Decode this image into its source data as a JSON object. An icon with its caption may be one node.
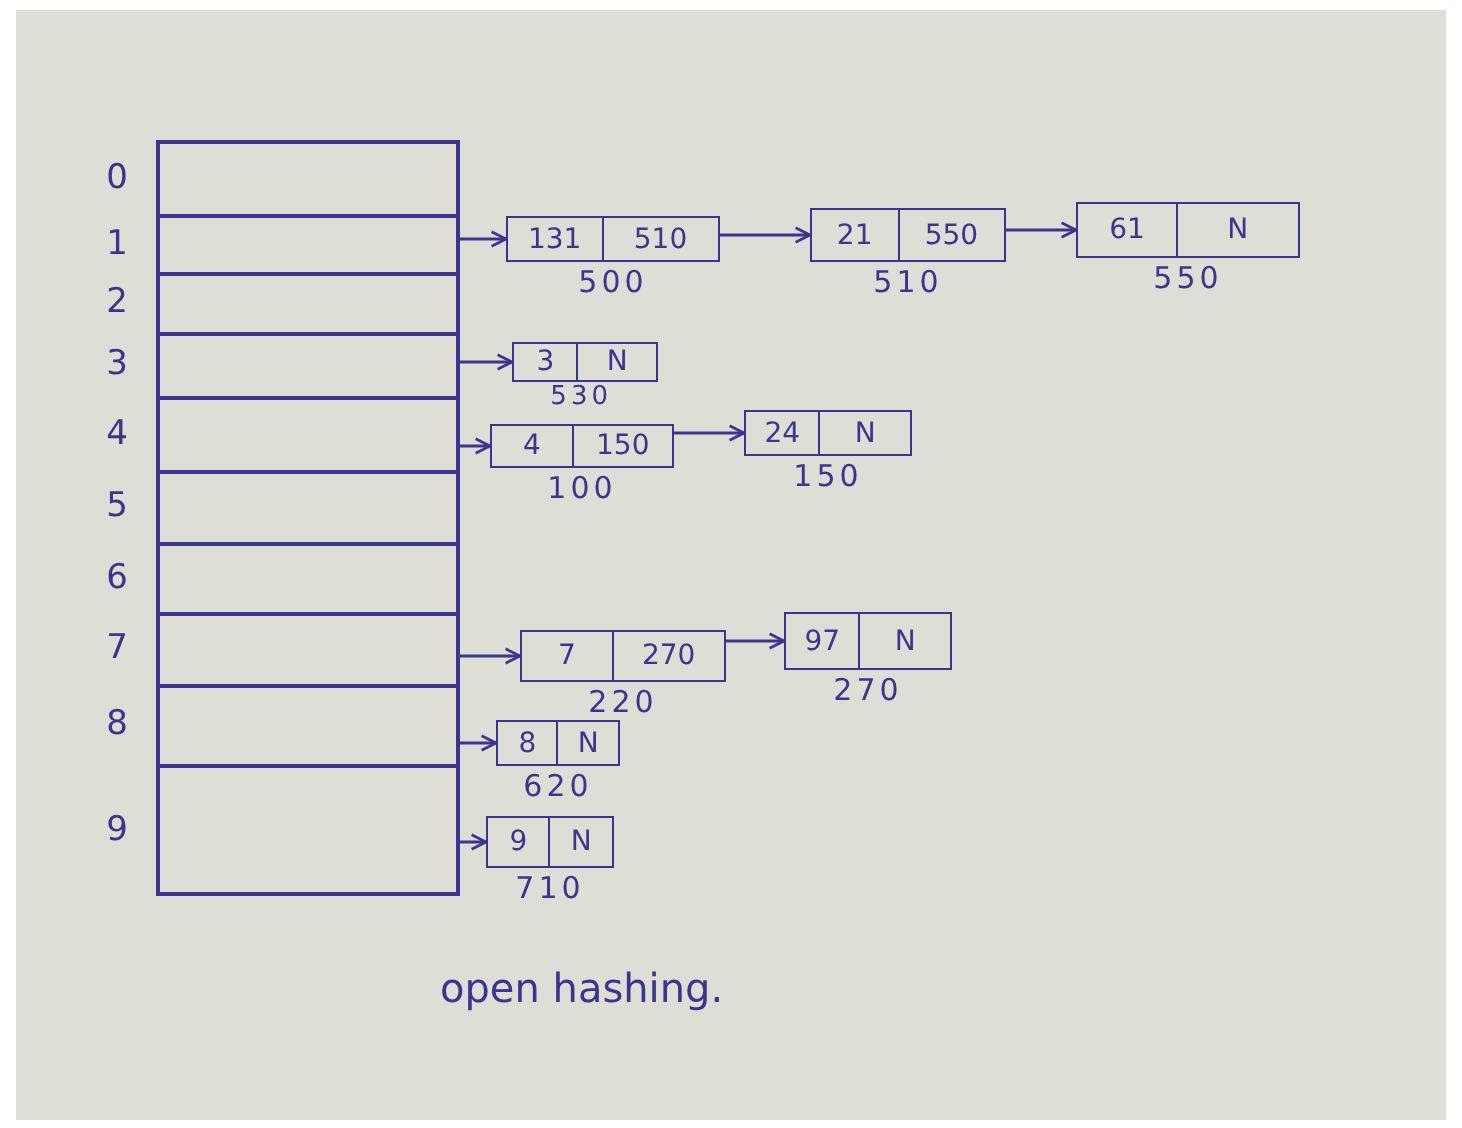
{
  "diagram": {
    "caption": "open hashing.",
    "nodes": [
      {
        "text": [],
        "shape": "box",
        "beside": [
          "0"
        ]
      },
      {
        "text": [],
        "shape": "box",
        "beside": [
          "1"
        ]
      },
      {
        "text": [],
        "shape": "box",
        "beside": [
          "2"
        ]
      },
      {
        "text": [],
        "shape": "box",
        "beside": [
          "3"
        ]
      },
      {
        "text": [],
        "shape": "box",
        "beside": [
          "4"
        ]
      },
      {
        "text": [],
        "shape": "box",
        "beside": [
          "5"
        ]
      },
      {
        "text": [],
        "shape": "box",
        "beside": [
          "6"
        ]
      },
      {
        "text": [],
        "shape": "box",
        "beside": [
          "7"
        ]
      },
      {
        "text": [],
        "shape": "box",
        "beside": [
          "8"
        ]
      },
      {
        "text": [],
        "shape": "box",
        "beside": [
          "9"
        ]
      },
      {
        "text": [
          "131",
          "510"
        ],
        "beside": [
          "500"
        ]
      },
      {
        "text": [
          "21",
          "550"
        ],
        "beside": [
          "510"
        ]
      },
      {
        "text": [
          "61",
          "N"
        ],
        "beside": [
          "550"
        ]
      },
      {
        "text": [
          "3",
          "N"
        ],
        "beside": [
          "530"
        ]
      },
      {
        "text": [
          "4",
          "150"
        ],
        "beside": [
          "100"
        ]
      },
      {
        "text": [
          "24",
          "N"
        ],
        "beside": [
          "150"
        ]
      },
      {
        "text": [
          "7",
          "270"
        ],
        "beside": [
          "220"
        ]
      },
      {
        "text": [
          "97",
          "N"
        ],
        "beside": [
          "270"
        ]
      },
      {
        "text": [
          "8",
          "N"
        ],
        "beside": [
          "620"
        ]
      },
      {
        "text": [
          "9",
          "N"
        ],
        "beside": [
          "710"
        ]
      }
    ],
    "edges": [
      {
        "from": 1,
        "to": 10,
        "arrow": "to"
      },
      {
        "from": 10,
        "to": 11,
        "arrow": "to"
      },
      {
        "from": 11,
        "to": 12,
        "arrow": "to"
      },
      {
        "from": 3,
        "to": 13,
        "arrow": "to"
      },
      {
        "from": 4,
        "to": 14,
        "arrow": "to"
      },
      {
        "from": 14,
        "to": 15,
        "arrow": "to"
      },
      {
        "from": 7,
        "to": 16,
        "arrow": "to"
      },
      {
        "from": 16,
        "to": 17,
        "arrow": "to"
      },
      {
        "from": 8,
        "to": 18,
        "arrow": "to"
      },
      {
        "from": 9,
        "to": 19,
        "arrow": "to"
      }
    ]
  }
}
